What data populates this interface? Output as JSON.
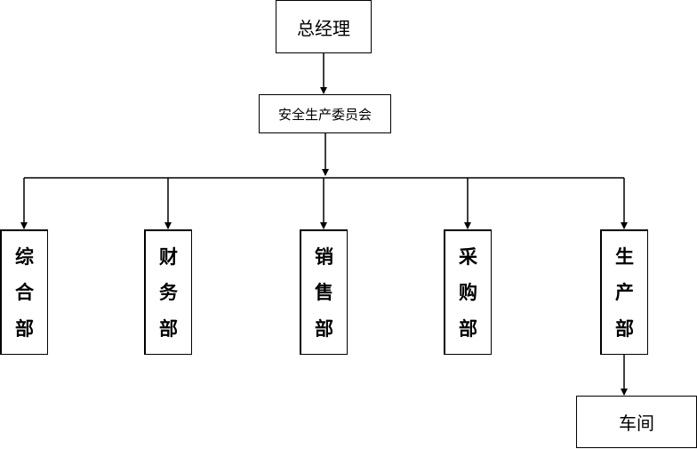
{
  "top": {
    "label": "总经理"
  },
  "committee": {
    "label": "安全生产委员会"
  },
  "departments": [
    {
      "id": "zonghe",
      "chars": [
        "综",
        "合",
        "部"
      ]
    },
    {
      "id": "caiwu",
      "chars": [
        "财",
        "务",
        "部"
      ]
    },
    {
      "id": "xiaoshou",
      "chars": [
        "销",
        "售",
        "部"
      ]
    },
    {
      "id": "caigou",
      "chars": [
        "采",
        "购",
        "部"
      ]
    },
    {
      "id": "shengchan",
      "chars": [
        "生",
        "产",
        "部"
      ]
    }
  ],
  "workshop": {
    "label": "车间"
  }
}
